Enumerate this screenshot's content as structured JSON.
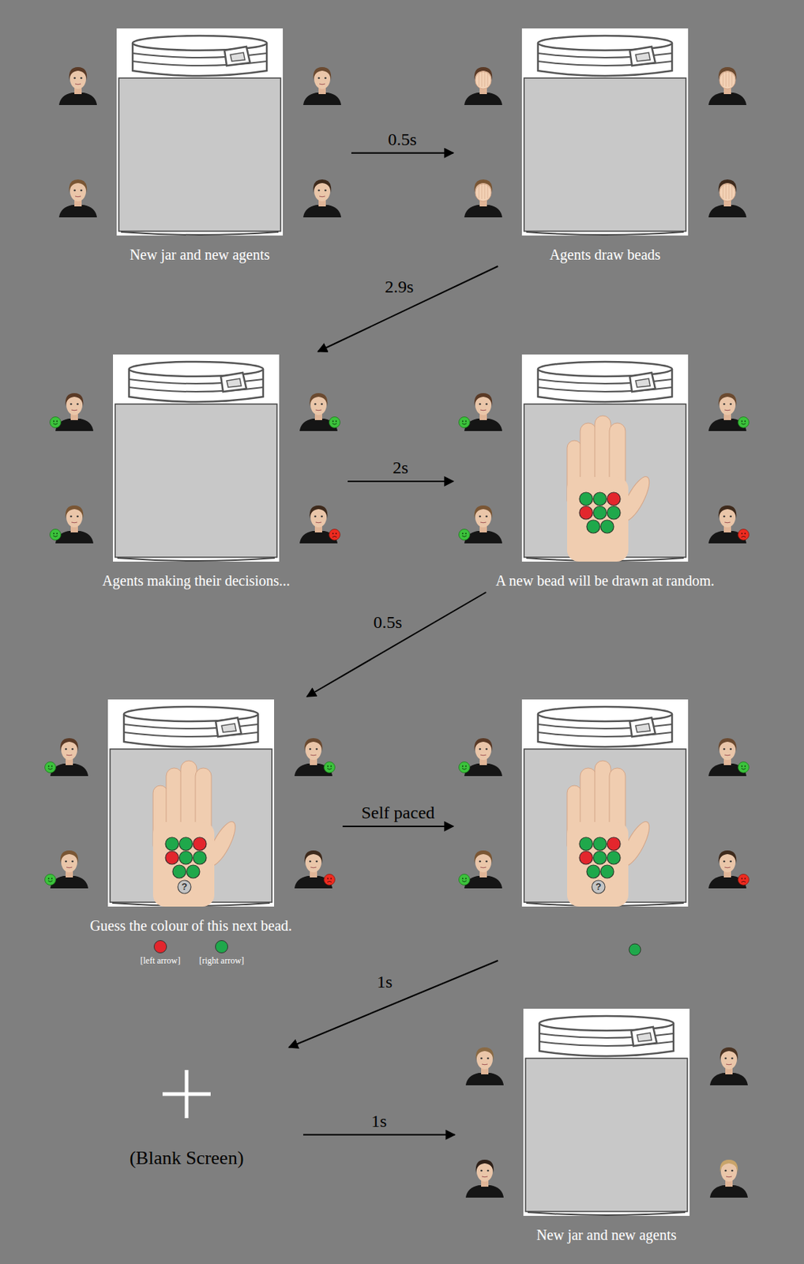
{
  "diagram": {
    "nodes": [
      {
        "text": [
          "New jar and new agents"
        ]
      },
      {
        "text": [
          "Agents draw beads"
        ]
      },
      {
        "text": [
          "Agents making their decisions..."
        ]
      },
      {
        "text": [
          "A new bead will be drawn at random."
        ]
      },
      {
        "text": [
          "?",
          "Guess the colour of this next bead."
        ]
      },
      {
        "text": [
          "?"
        ]
      },
      {
        "text": [
          "(Blank Screen)"
        ]
      },
      {
        "text": [
          "New jar and new agents"
        ]
      }
    ],
    "edges": [
      {
        "from": 0,
        "to": 1,
        "arrow": "to",
        "label": "0.5s"
      },
      {
        "from": 1,
        "to": 2,
        "arrow": "to",
        "label": "2.9s"
      },
      {
        "from": 2,
        "to": 3,
        "arrow": "to",
        "label": "2s"
      },
      {
        "from": 3,
        "to": 4,
        "arrow": "to",
        "label": "0.5s"
      },
      {
        "from": 4,
        "to": 5,
        "arrow": "to",
        "label": "Self paced"
      },
      {
        "from": 5,
        "to": 6,
        "arrow": "to",
        "label": "1s"
      },
      {
        "from": 6,
        "to": 7,
        "arrow": "to",
        "label": "1s"
      }
    ],
    "legend": [
      {
        "text": "[left arrow]",
        "color": "#e3262d"
      },
      {
        "text": "[right arrow]",
        "color": "#1fa84b"
      }
    ]
  }
}
